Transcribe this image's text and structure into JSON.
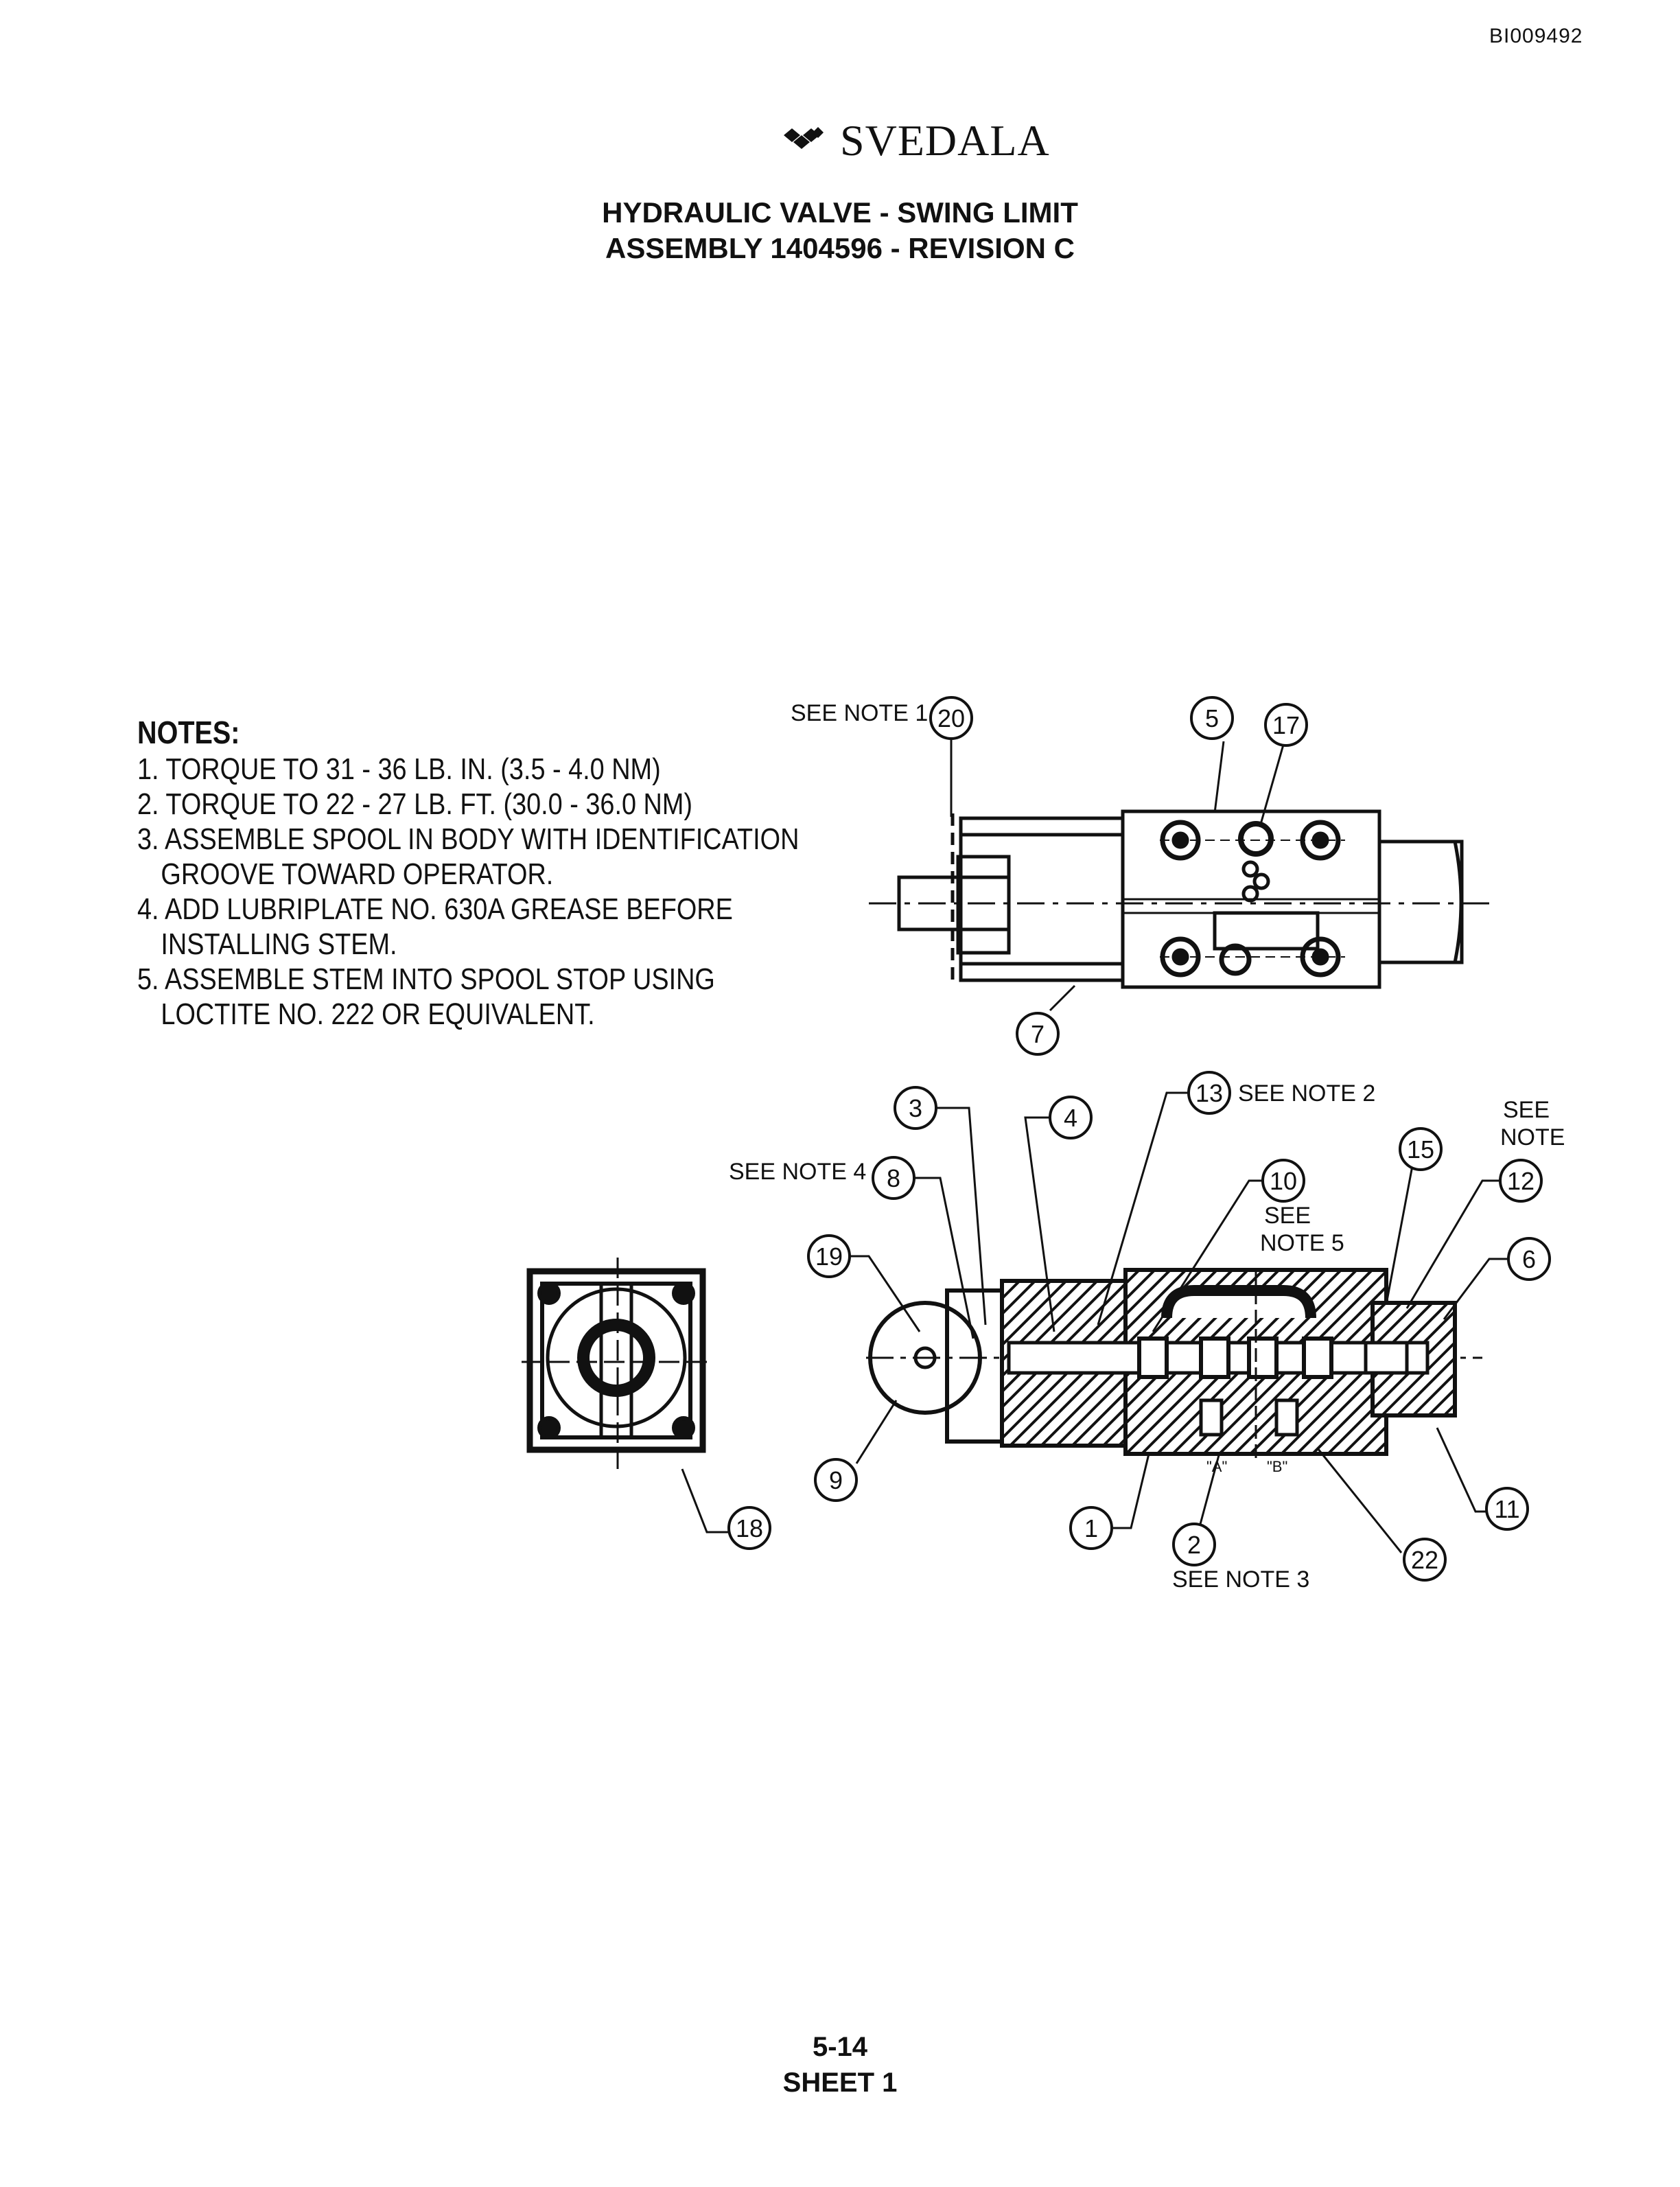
{
  "header": {
    "doc_id": "BI009492",
    "logo_text": "SVEDALA",
    "title_line1": "HYDRAULIC VALVE - SWING LIMIT",
    "title_line2": "ASSEMBLY 1404596 - REVISION C"
  },
  "notes": {
    "heading": "NOTES:",
    "lines": [
      "1.  TORQUE TO 31 - 36 LB. IN. (3.5 - 4.0 NM)",
      "2.  TORQUE TO 22 - 27 LB. FT. (30.0 - 36.0 NM)",
      "3.  ASSEMBLE SPOOL IN BODY WITH IDENTIFICATION",
      "GROOVE TOWARD OPERATOR.",
      "4.  ADD LUBRIPLATE NO. 630A GREASE BEFORE",
      "INSTALLING STEM.",
      "5.  ASSEMBLE STEM INTO SPOOL STOP USING",
      "LOCTITE NO. 222 OR EQUIVALENT."
    ]
  },
  "diagram": {
    "callouts": [
      "20",
      "5",
      "17",
      "7",
      "3",
      "4",
      "13",
      "15",
      "12",
      "6",
      "8",
      "10",
      "19",
      "9",
      "1",
      "2",
      "22",
      "11",
      "18"
    ],
    "labels": {
      "see_note_1": "SEE NOTE 1",
      "see_note_2": "SEE NOTE 2",
      "see_note_4": "SEE NOTE 4",
      "see_note_3": "SEE NOTE 3",
      "see": "SEE",
      "note_5": "NOTE 5",
      "see_right": "SEE",
      "note_right": "NOTE",
      "port_a": "\"A\"",
      "port_b": "\"B\""
    }
  },
  "footer": {
    "page": "5-14",
    "sheet": "SHEET 1"
  }
}
